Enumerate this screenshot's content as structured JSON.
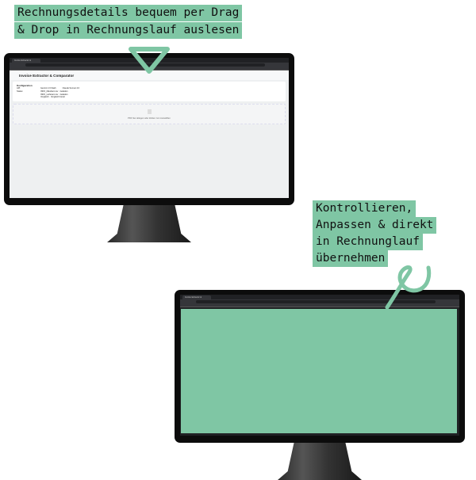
{
  "caption_top": {
    "line1": "Rechnungsdetails bequem per Drag",
    "line2": "& Drop in Rechnungslauf auslesen"
  },
  "caption_bottom": {
    "line1": "Kontrollieren,",
    "line2": "Anpassen & direkt",
    "line3": "in Rechnunglauf",
    "line4": "übernehmen"
  },
  "accent_color": "#7fc6a4",
  "monitor1": {
    "tab_title": "Invoice Extractor & Comparator",
    "app_title": "Invoice Extractor & Comparator",
    "config": {
      "heading": "Konfiguration",
      "api_label": "API:",
      "api_options": [
        "Gemini 2.0 Flash",
        "Claude Sonnet 4.0"
      ],
      "status_label": "Status:",
      "status_lines": [
        "INFO_Mandant.csv · Geladen",
        "INFO_Lieferant.csv · Geladen",
        "Vergleich · Vergleich bereit"
      ]
    },
    "dropzone": {
      "icon": "file-icon",
      "text": "PDF hier ablegen oder klicken zum Auswählen"
    }
  },
  "monitor2": {
    "tab_title": "Invoice Extractor & Comparator"
  }
}
